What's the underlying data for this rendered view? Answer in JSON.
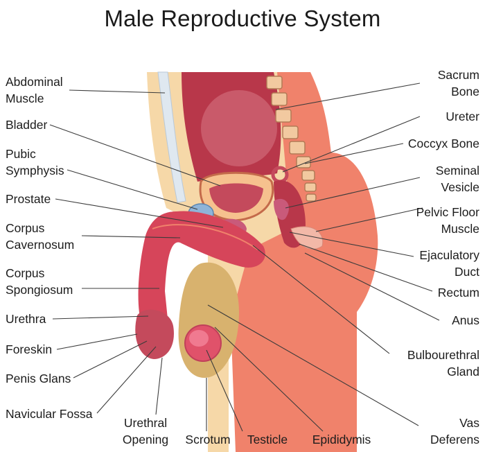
{
  "title": "Male Reproductive System",
  "labels": {
    "abdominal_muscle": "Abdominal\nMuscle",
    "bladder": "Bladder",
    "pubic_symphysis": "Pubic\nSymphysis",
    "prostate": "Prostate",
    "corpus_cavernosum": "Corpus\nCavernosum",
    "corpus_spongiosum": "Corpus\nSpongiosum",
    "urethra": "Urethra",
    "foreskin": "Foreskin",
    "penis_glans": "Penis Glans",
    "navicular_fossa": "Navicular Fossa",
    "urethral_opening": "Urethral\nOpening",
    "scrotum": "Scrotum",
    "testicle": "Testicle",
    "epididymis": "Epididymis",
    "vas_deferens": "Vas\nDeferens",
    "bulbourethral_gland": "Bulbourethral\nGland",
    "anus": "Anus",
    "rectum": "Rectum",
    "ejaculatory_duct": "Ejaculatory\nDuct",
    "pelvic_floor_muscle": "Pelvic Floor\nMuscle",
    "seminal_vesicle": "Seminal\nVesicle",
    "coccyx_bone": "Coccyx Bone",
    "ureter": "Ureter",
    "sacrum_bone": "Sacrum\nBone"
  },
  "colors": {
    "skin": "#f0826b",
    "skin_dark": "#e8604f",
    "fat": "#f6d8a8",
    "muscle_maroon": "#b8374a",
    "bladder": "#c44a5c",
    "bone": "#f2c9a0",
    "prostate": "#c95a7a",
    "symphysis": "#8fb4d8",
    "leader": "#3b3b3b"
  }
}
